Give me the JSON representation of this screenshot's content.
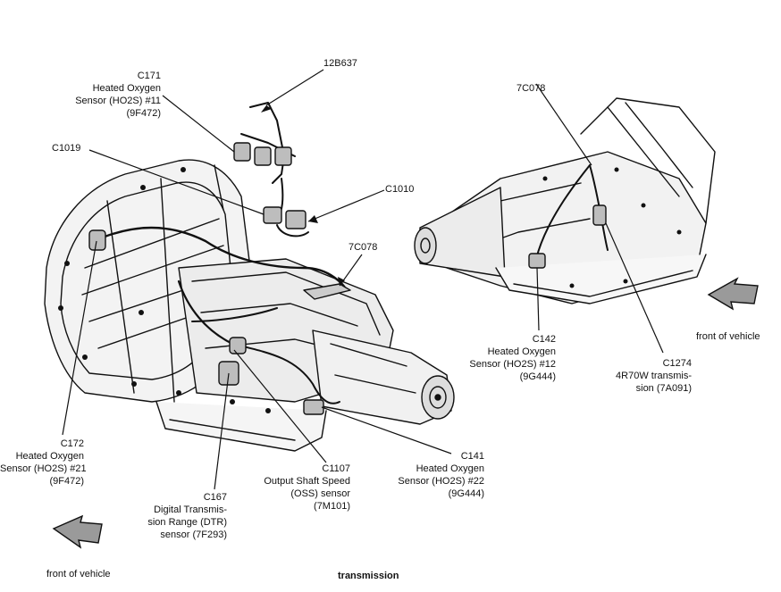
{
  "caption": "transmission",
  "front_left": "front of vehicle",
  "front_right": "front of vehicle",
  "labels": {
    "c171": [
      "C171",
      "Heated Oxygen",
      "Sensor (HO2S) #11",
      "(9F472)"
    ],
    "p12b637": [
      "12B637"
    ],
    "c1019": [
      "C1019"
    ],
    "c1010": [
      "C1010"
    ],
    "l7c078": [
      "7C078"
    ],
    "r7c078": [
      "7C078"
    ],
    "c172": [
      "C172",
      "Heated Oxygen",
      "Sensor (HO2S) #21",
      "(9F472)"
    ],
    "c167": [
      "C167",
      "Digital Transmis-",
      "sion Range (DTR)",
      "sensor (7F293)"
    ],
    "c1107": [
      "C1107",
      "Output Shaft Speed",
      "(OSS) sensor",
      "(7M101)"
    ],
    "c141": [
      "C141",
      "Heated Oxygen",
      "Sensor (HO2S) #22",
      "(9G444)"
    ],
    "c142": [
      "C142",
      "Heated Oxygen",
      "Sensor (HO2S) #12",
      "(9G444)"
    ],
    "c1274": [
      "C1274",
      "4R70W transmis-",
      "sion (7A091)"
    ]
  }
}
